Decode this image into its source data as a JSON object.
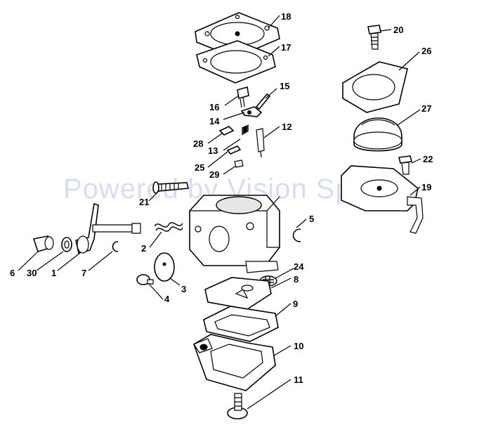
{
  "watermark": "Powered by Vision Spares",
  "callouts": {
    "c1": "1",
    "c2": "2",
    "c3": "3",
    "c4": "4",
    "c5": "5",
    "c6": "6",
    "c7": "7",
    "c8": "8",
    "c9": "9",
    "c10": "10",
    "c11": "11",
    "c12": "12",
    "c13": "13",
    "c14": "14",
    "c15": "15",
    "c16": "16",
    "c17": "17",
    "c18": "18",
    "c19": "19",
    "c20": "20",
    "c21": "21",
    "c22": "22",
    "c24": "24",
    "c25": "25",
    "c26": "26",
    "c27": "27",
    "c28": "28",
    "c29": "29",
    "c30": "30"
  }
}
